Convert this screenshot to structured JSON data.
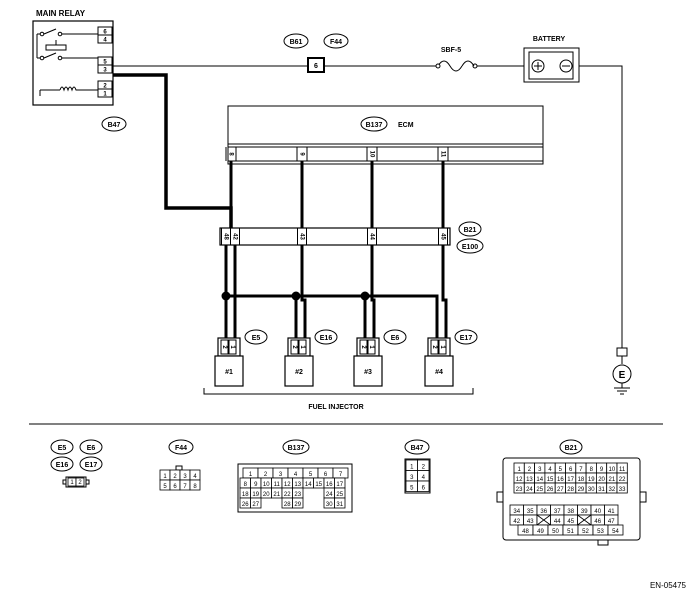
{
  "labels": {
    "main_relay": "MAIN RELAY",
    "battery": "BATTERY",
    "fuse": "SBF-5",
    "ecm": "ECM",
    "fuel_injector": "FUEL INJECTOR",
    "doc_code": "EN-05475",
    "ground": "E",
    "plus": "+",
    "minus": "−"
  },
  "connectors": {
    "b61": "B61",
    "f44": "F44",
    "f44_pin": "6",
    "b47": "B47",
    "b137": "B137",
    "b21": "B21",
    "e100": "E100"
  },
  "relay_pins": [
    "6",
    "4",
    "5",
    "3",
    "2",
    "1"
  ],
  "ecm_pins": [
    "8",
    "9",
    "10",
    "11"
  ],
  "b21_pins": [
    "48",
    "42",
    "43",
    "44",
    "45"
  ],
  "injectors": [
    {
      "num": "#1",
      "conn": "E5",
      "pins": [
        "2",
        "1"
      ]
    },
    {
      "num": "#2",
      "conn": "E16",
      "pins": [
        "2",
        "1"
      ]
    },
    {
      "num": "#3",
      "conn": "E6",
      "pins": [
        "2",
        "1"
      ]
    },
    {
      "num": "#4",
      "conn": "E17",
      "pins": [
        "2",
        "1"
      ]
    }
  ],
  "views": {
    "e_group": [
      "E5",
      "E6",
      "E16",
      "E17"
    ],
    "e_pins": [
      "1",
      "2"
    ],
    "f44_title": "F44",
    "f44_rows": [
      [
        "1",
        "2",
        "3",
        "4"
      ],
      [
        "5",
        "6",
        "7",
        "8"
      ]
    ],
    "b137_title": "B137",
    "b137_rows": [
      [
        "1",
        "2",
        "3",
        "4",
        "5",
        "6",
        "7"
      ],
      [
        "8",
        "9",
        "10",
        "11",
        "12",
        "13",
        "14",
        "15",
        "16",
        "17"
      ],
      [
        "18",
        "19",
        "20",
        "21",
        "22",
        "23",
        "24",
        "25"
      ],
      [
        "26",
        "27",
        "28",
        "29",
        "30",
        "31"
      ]
    ],
    "b47_title": "B47",
    "b47_rows": [
      [
        "1",
        "2"
      ],
      [
        "3",
        "4"
      ],
      [
        "5",
        "6"
      ]
    ],
    "b21_title": "B21",
    "b21_rows": [
      [
        "1",
        "2",
        "3",
        "4",
        "5",
        "6",
        "7",
        "8",
        "9",
        "10",
        "11"
      ],
      [
        "12",
        "13",
        "14",
        "15",
        "16",
        "17",
        "18",
        "19",
        "20",
        "21",
        "22"
      ],
      [
        "23",
        "24",
        "25",
        "26",
        "27",
        "28",
        "29",
        "30",
        "31",
        "32",
        "33"
      ],
      [
        "34",
        "35",
        "36",
        "37",
        "38",
        "39",
        "40",
        "41"
      ],
      [
        "42",
        "43",
        "44",
        "45",
        "46",
        "47"
      ],
      [
        "48",
        "49",
        "50",
        "51",
        "52",
        "53",
        "54"
      ]
    ]
  }
}
